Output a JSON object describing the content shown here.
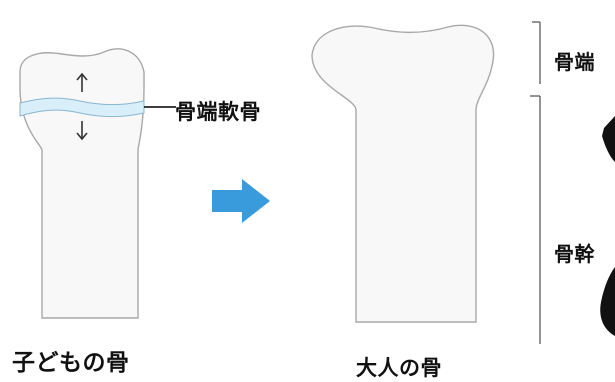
{
  "labels": {
    "child_bone": "子どもの骨",
    "adult_bone": "大人の骨",
    "growth_plate": "骨端軟骨",
    "epiphysis": "骨端",
    "diaphysis": "骨幹"
  },
  "colors": {
    "bone_fill": "#f8f8f8",
    "bone_outline": "#a8a8a8",
    "cartilage_fill": "#d8eef9",
    "arrow_fill": "#3a9bdc",
    "text": "#111111"
  },
  "icons": {
    "growth_up": "up-arrow-icon",
    "growth_down": "down-arrow-icon",
    "transition": "right-arrow-icon"
  }
}
